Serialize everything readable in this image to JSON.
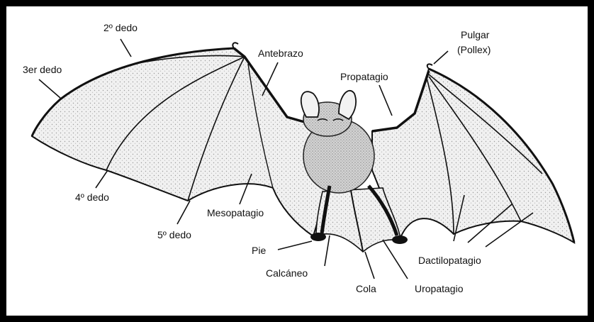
{
  "figure": {
    "type": "anatomical-diagram",
    "subject_icon": "bat-icon",
    "colors": {
      "ink": "#111111",
      "membrane": "#eeeeee",
      "body": "#d8d8d8",
      "frame": "#000000"
    }
  },
  "labels": {
    "dedo2": "2º dedo",
    "dedo3": "3er dedo",
    "dedo4": "4º dedo",
    "dedo5": "5º dedo",
    "antebrazo": "Antebrazo",
    "pulgar": "Pulgar",
    "pollex": "(Pollex)",
    "propatagio": "Propatagio",
    "mesopatagio": "Mesopatagio",
    "pie": "Pie",
    "calcaneo": "Calcáneo",
    "cola": "Cola",
    "uropatagio": "Uropatagio",
    "dactilopatagio": "Dactilopatagio"
  }
}
